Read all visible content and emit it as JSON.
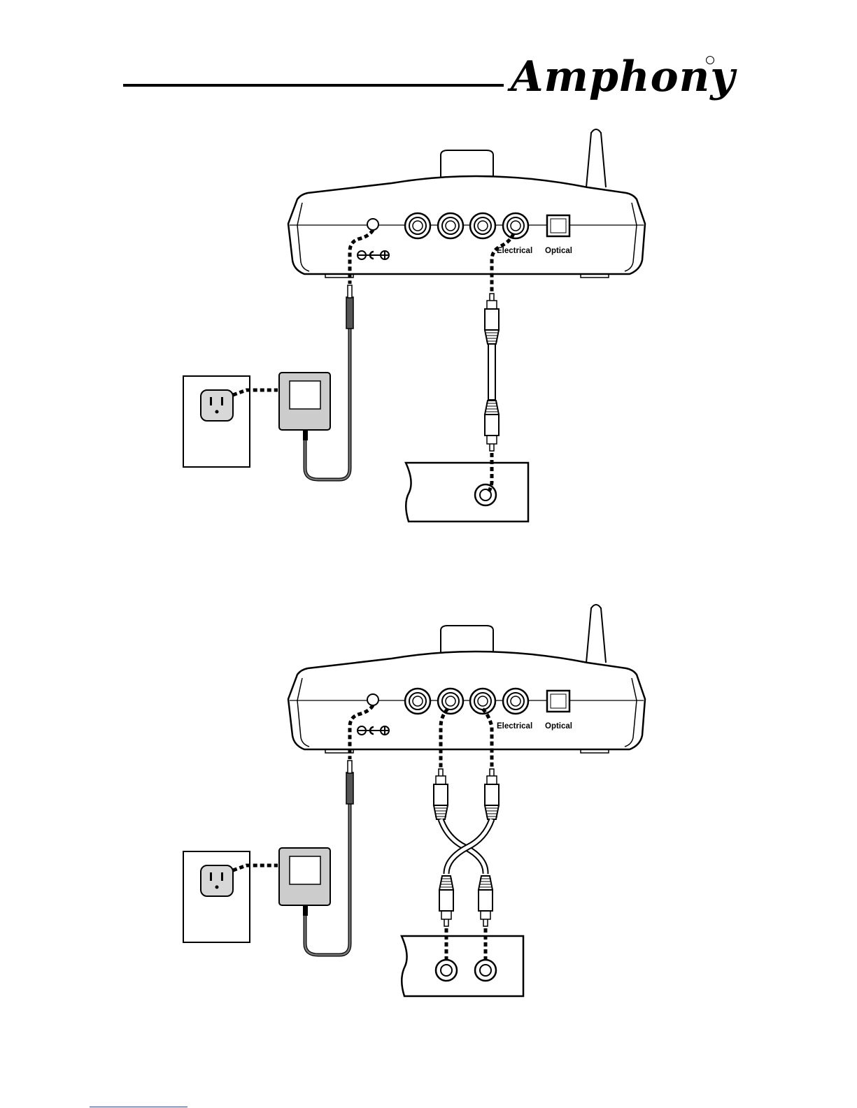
{
  "header": {
    "brand": "Amphony"
  },
  "diagrams": [
    {
      "id": "digital-connection",
      "panel_labels": {
        "electrical": "Electrical",
        "optical": "Optical"
      }
    },
    {
      "id": "analog-connection",
      "panel_labels": {
        "electrical": "Electrical",
        "optical": "Optical"
      }
    }
  ],
  "colors": {
    "line": "#000000",
    "adapter_fill": "#cccccc",
    "outlet_fill": "#d8d8d8",
    "background": "#ffffff"
  },
  "icons": [
    "wall-outlet-icon",
    "power-adapter-icon",
    "rca-plug-icon",
    "dc-polarity-icon",
    "antenna-icon"
  ]
}
